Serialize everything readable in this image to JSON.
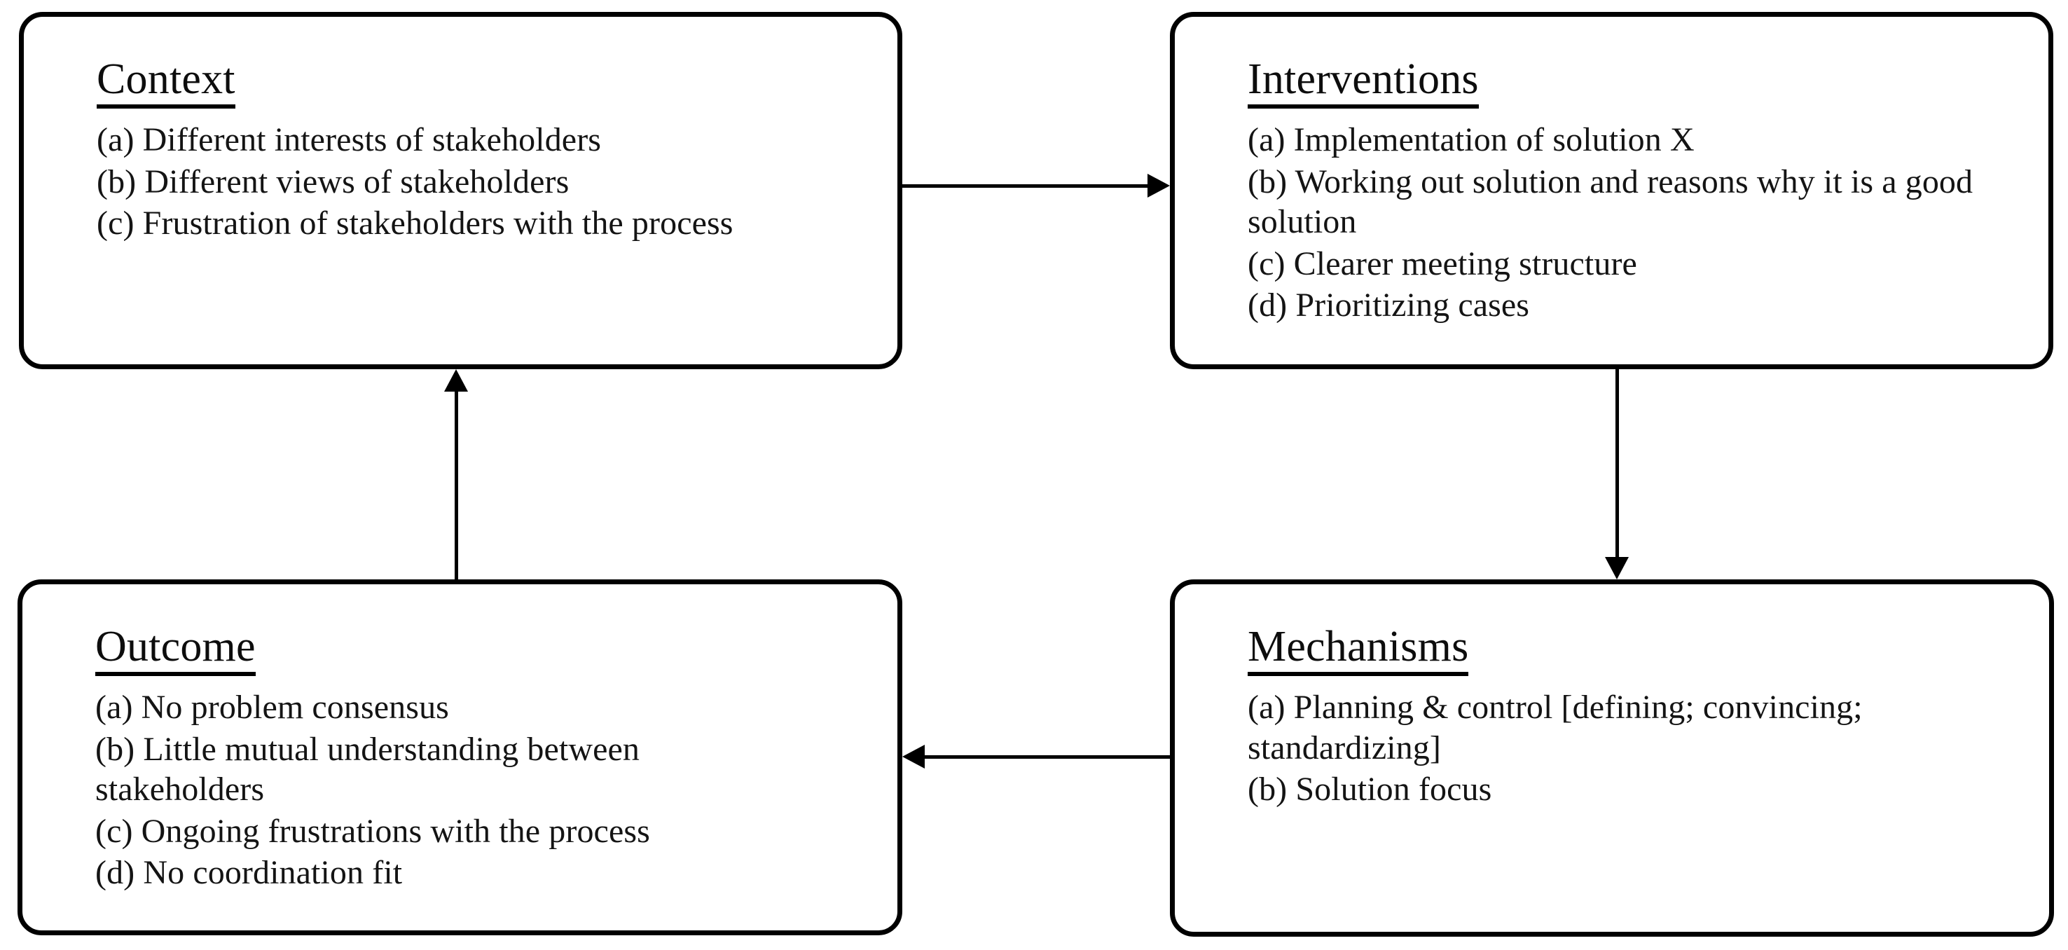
{
  "diagram": {
    "type": "cimo-realist-evaluation-cycle",
    "background_color": "#ffffff",
    "box_border_color": "#000000",
    "text_color": "#141414",
    "boxes": [
      {
        "id": "context",
        "title": "Context",
        "items": [
          "(a) Different interests of stakeholders",
          "(b) Different views of stakeholders",
          "(c) Frustration of stakeholders with the process"
        ]
      },
      {
        "id": "interventions",
        "title": "Interventions",
        "items": [
          "(a) Implementation of solution X",
          "(b) Working out solution and reasons why it is a good solution",
          "(c) Clearer meeting structure",
          "(d) Prioritizing cases"
        ]
      },
      {
        "id": "mechanisms",
        "title": "Mechanisms",
        "items": [
          "(a) Planning & control [defining; convincing; standardizing]",
          "(b) Solution focus"
        ]
      },
      {
        "id": "outcome",
        "title": "Outcome",
        "items": [
          "(a) No problem consensus",
          "(b) Little mutual understanding between stakeholders",
          "(c) Ongoing frustrations with the process",
          "(d) No coordination fit"
        ]
      }
    ],
    "arrows": [
      {
        "id": "context-to-interventions",
        "from": "context",
        "to": "interventions",
        "direction": "right"
      },
      {
        "id": "interventions-to-mechanisms",
        "from": "interventions",
        "to": "mechanisms",
        "direction": "down"
      },
      {
        "id": "mechanisms-to-outcome",
        "from": "mechanisms",
        "to": "outcome",
        "direction": "left"
      },
      {
        "id": "outcome-to-context",
        "from": "outcome",
        "to": "context",
        "direction": "up"
      }
    ]
  }
}
